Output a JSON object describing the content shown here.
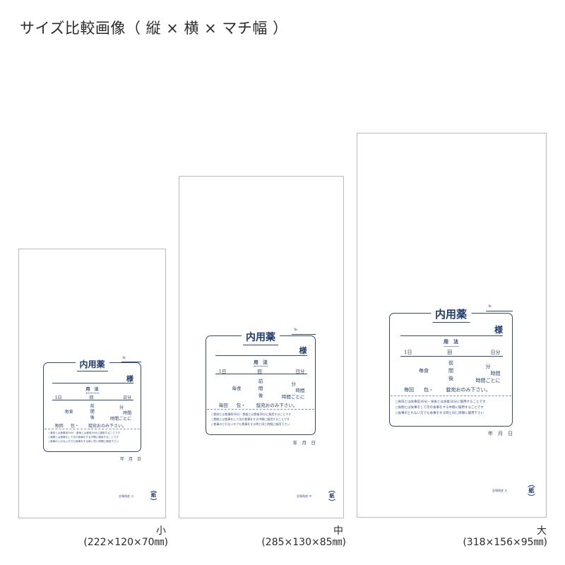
{
  "title": "サイズ比較画像（ 縦 × 横 × マチ幅 ）",
  "label_text": {
    "heading": "内用薬",
    "number_mark": "№",
    "recipient_suffix": "様",
    "usage_heading": "用　法",
    "row_daily": {
      "left": "1日",
      "center": "回",
      "right": "日分"
    },
    "meal_label": "毎食",
    "timing": [
      "前",
      "間",
      "後"
    ],
    "interval": [
      "分",
      "時間",
      "時間ごとに"
    ],
    "row_dose": {
      "left": "毎回",
      "middle": "包・",
      "right": "錠宛おのみ下さい。"
    },
    "notes": [
      "○食前とは食事前30分・食後とは食後30分に服用することです",
      "○食間とは食事をして次の食事をする中間に服用することです",
      "○食事のとれない方でも食事をする時と同じ時間に服用下さい"
    ],
    "date": "年　月　日"
  },
  "bags": [
    {
      "id": "small",
      "size_label": "小",
      "dimensions": "(222×120×70㎜)",
      "brand": "金鵄角底 小",
      "logo": "紙"
    },
    {
      "id": "medium",
      "size_label": "中",
      "dimensions": "(285×130×85㎜)",
      "brand": "金鵄角底 中",
      "logo": "紙"
    },
    {
      "id": "large",
      "size_label": "大",
      "dimensions": "(318×156×95㎜)",
      "brand": "金鵄角底 大",
      "logo": "紙"
    }
  ],
  "colors": {
    "label_ink": "#2f4a7d",
    "bag_border": "#b9b9b9"
  }
}
